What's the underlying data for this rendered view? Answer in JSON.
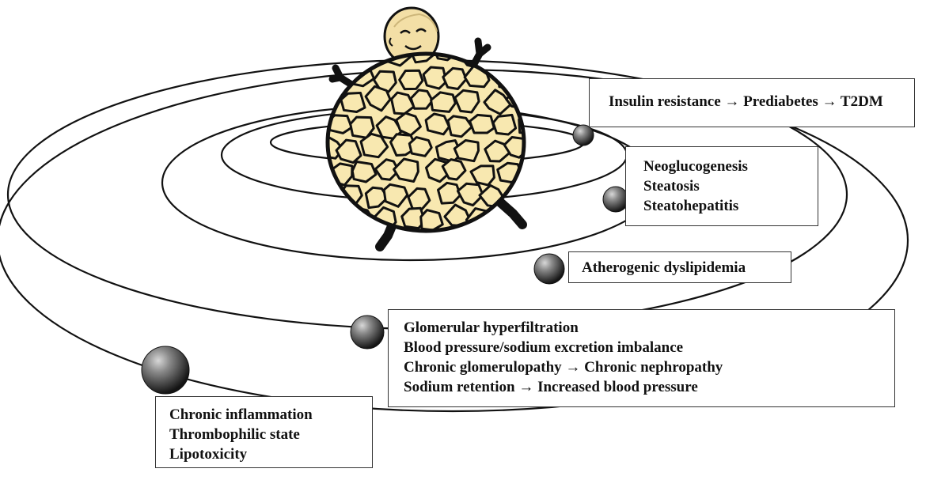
{
  "boxes": {
    "insulin": {
      "lines": [
        "Insulin resistance → Prediabetes → T2DM"
      ]
    },
    "liver": {
      "lines": [
        "Neoglucogenesis",
        "Steatosis",
        "Steatohepatitis"
      ]
    },
    "lipid": {
      "lines": [
        "Atherogenic dyslipidemia"
      ]
    },
    "kidney": {
      "lines": [
        "Glomerular hyperfiltration",
        "Blood pressure/sodium excretion imbalance",
        "Chronic glomerulopathy → Chronic nephropathy",
        "Sodium retention → Increased blood pressure"
      ]
    },
    "systemic": {
      "lines": [
        "Chronic inflammation",
        "Thrombophilic state",
        "Lipotoxicity"
      ]
    }
  },
  "colors": {
    "fat_cell": "#f8e8b0",
    "outline": "#111111",
    "planet_light": "#9a9a9a",
    "planet_dark": "#1a1a1a",
    "face": "#f3dfa6"
  },
  "icons": {
    "central_body": "obese-figure-icon",
    "planets": "sphere-icon"
  }
}
